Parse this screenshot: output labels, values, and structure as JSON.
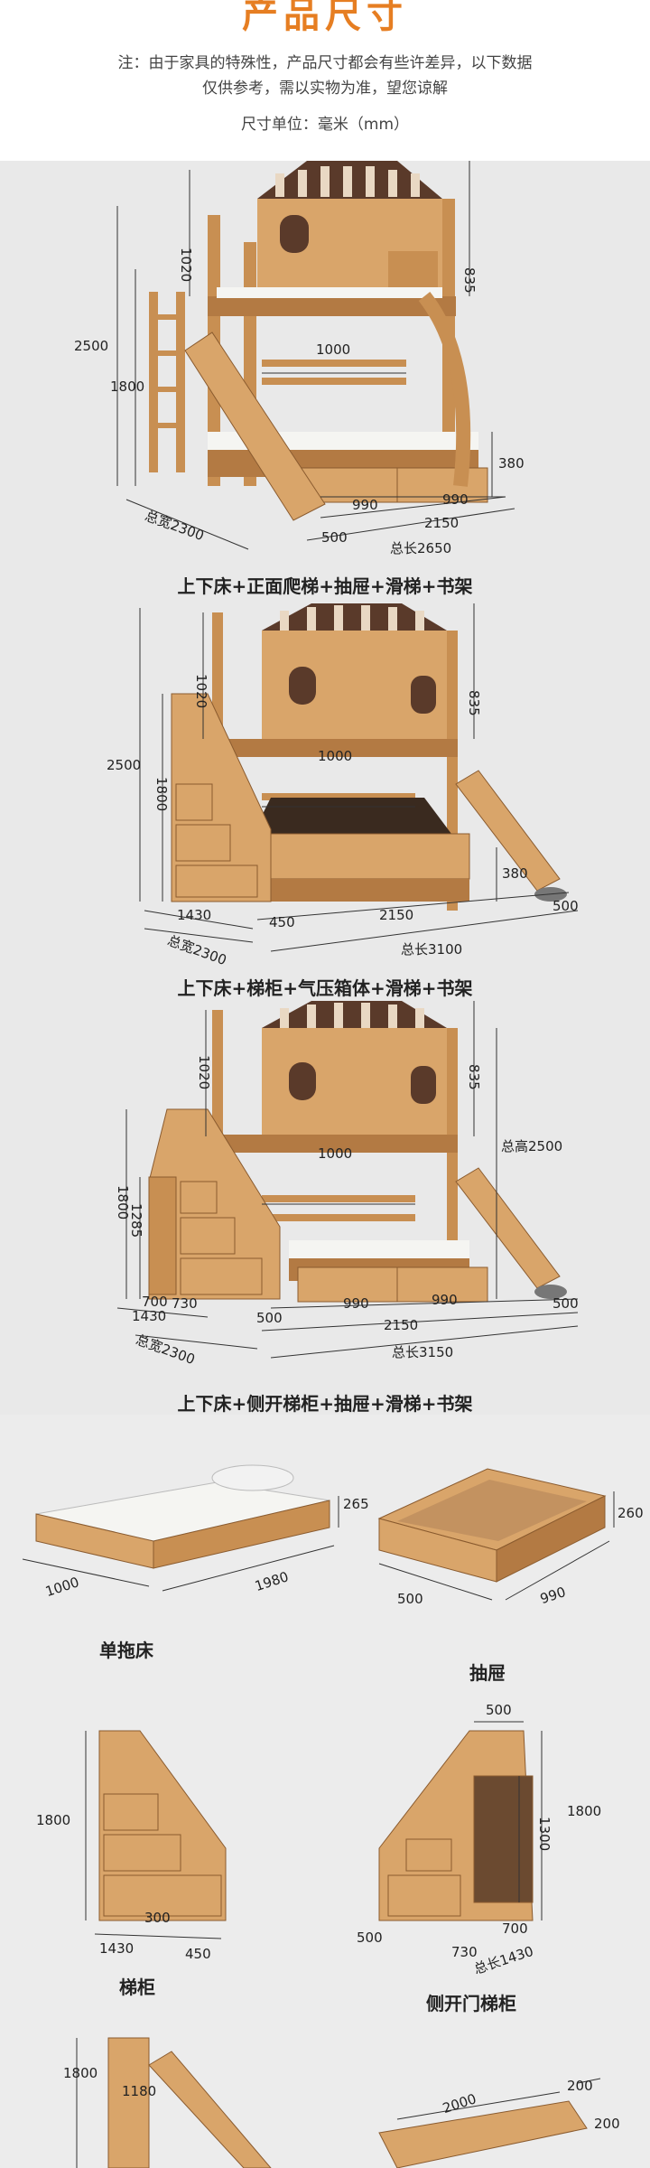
{
  "header": {
    "title": "产品尺寸",
    "note_line1": "注：由于家具的特殊性，产品尺寸都会有些许差异，以下数据",
    "note_line2": "仅供参考，需以实物为准，望您谅解",
    "unit": "尺寸单位：毫米（mm）"
  },
  "colors": {
    "accent": "#e67e22",
    "wood": "#d9a56a",
    "wood_dark": "#b37a43",
    "roof_dark": "#5a3a2a",
    "mattress": "#f5f5f2"
  },
  "config1": {
    "caption": "上下床+正面爬梯+抽屉+滑梯+书架",
    "dims": [
      "2500",
      "1020",
      "835",
      "1800",
      "1000",
      "380",
      "990",
      "990",
      "500",
      "2150",
      "总长2650",
      "总宽2300"
    ]
  },
  "config2": {
    "caption": "上下床+梯柜+气压箱体+滑梯+书架",
    "dims": [
      "1020",
      "835",
      "2500",
      "1800",
      "1000",
      "380",
      "1430",
      "450",
      "2150",
      "500",
      "总宽2300",
      "总长3100"
    ]
  },
  "config3": {
    "caption": "上下床+侧开梯柜+抽屉+滑梯+书架",
    "dims": [
      "1020",
      "835",
      "总高2500",
      "1800",
      "1285",
      "1000",
      "700",
      "730",
      "1430",
      "500",
      "990",
      "990",
      "500",
      "2150",
      "总宽2300",
      "总长3150"
    ]
  },
  "parts": {
    "trundle": {
      "label": "单拖床",
      "d1": "265",
      "d2": "1000",
      "d3": "1980"
    },
    "drawer": {
      "label": "抽屉",
      "d1": "260",
      "d2": "500",
      "d3": "990"
    },
    "stair": {
      "label": "梯柜",
      "d1": "1800",
      "d2": "300",
      "d3": "1430",
      "d4": "450"
    },
    "side_stair": {
      "label": "侧开门梯柜",
      "d1": "500",
      "d2": "1800",
      "d3": "1300",
      "d4": "500",
      "d5": "700",
      "d6": "730",
      "d7": "总长1430"
    },
    "bottom_left": {
      "d1": "1800",
      "d2": "1180"
    },
    "bottom_right": {
      "d1": "200",
      "d2": "2000",
      "d3": "200"
    }
  }
}
